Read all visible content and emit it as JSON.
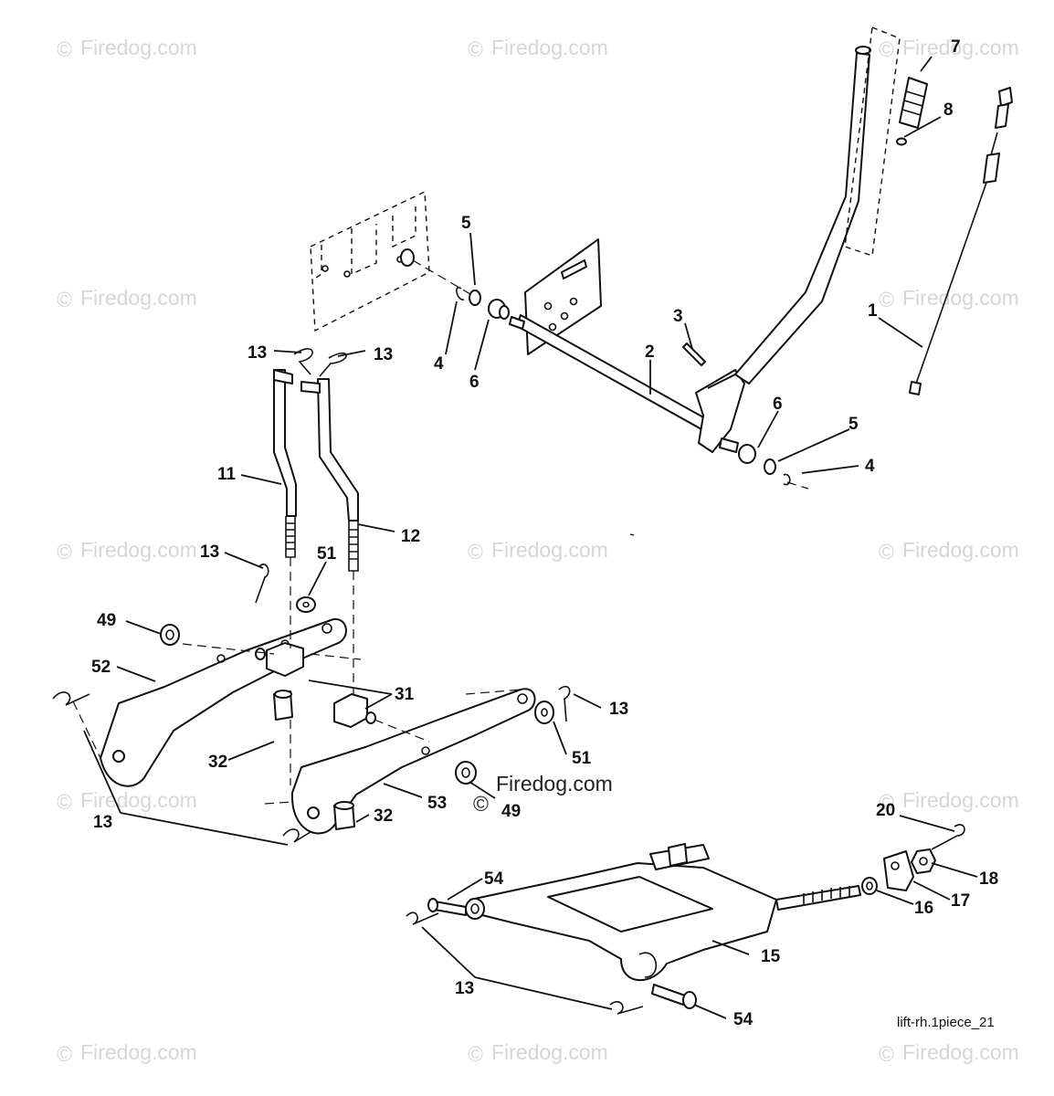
{
  "watermark": {
    "text": "Firedog.com",
    "symbol": "©",
    "color": "#d6d6d6"
  },
  "overlay_watermark": {
    "text": "Firedog.com",
    "symbol": "©"
  },
  "reference_code": "lift-rh.1piece_21",
  "callouts": {
    "c1": "1",
    "c2": "2",
    "c3": "3",
    "c4a": "4",
    "c4b": "4",
    "c5a": "5",
    "c5b": "5",
    "c6a": "6",
    "c6b": "6",
    "c7": "7",
    "c8": "8",
    "c11": "11",
    "c12": "12",
    "c13a": "13",
    "c13b": "13",
    "c13c": "13",
    "c13d": "13",
    "c13e": "13",
    "c13f": "13",
    "c15": "15",
    "c16": "16",
    "c17": "17",
    "c18": "18",
    "c20": "20",
    "c31": "31",
    "c32a": "32",
    "c32b": "32",
    "c49a": "49",
    "c49b": "49",
    "c51a": "51",
    "c51b": "51",
    "c52": "52",
    "c53": "53",
    "c54a": "54",
    "c54b": "54"
  }
}
